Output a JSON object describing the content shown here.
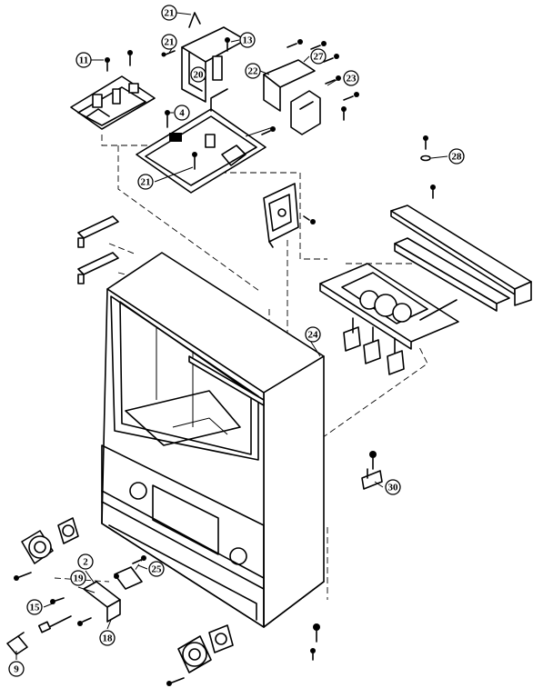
{
  "callouts": [
    {
      "num": "21"
    },
    {
      "num": "21"
    },
    {
      "num": "13"
    },
    {
      "num": "11"
    },
    {
      "num": "20"
    },
    {
      "num": "22"
    },
    {
      "num": "27"
    },
    {
      "num": "23"
    },
    {
      "num": "4"
    },
    {
      "num": "21"
    },
    {
      "num": "28"
    },
    {
      "num": "24"
    },
    {
      "num": "30"
    },
    {
      "num": "2"
    },
    {
      "num": "19"
    },
    {
      "num": "25"
    },
    {
      "num": "15"
    },
    {
      "num": "18"
    },
    {
      "num": "9"
    }
  ]
}
